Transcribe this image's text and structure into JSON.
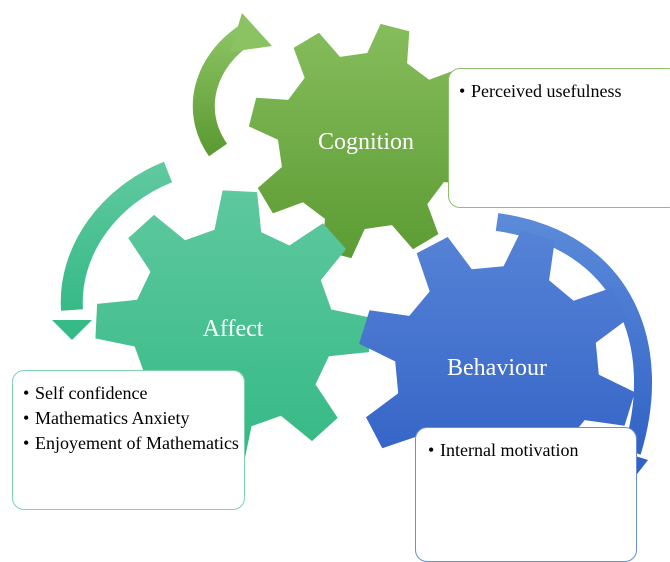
{
  "gears": {
    "cognition": {
      "label": "Cognition",
      "color": "#6aa83e"
    },
    "affect": {
      "label": "Affect",
      "color": "#42c08f"
    },
    "behaviour": {
      "label": "Behaviour",
      "color": "#4070cf"
    }
  },
  "notes": {
    "cognition": {
      "items": [
        "Perceived usefulness"
      ]
    },
    "affect": {
      "items": [
        "Self confidence",
        "Mathematics Anxiety",
        "Enjoyement of Mathematics"
      ]
    },
    "behaviour": {
      "items": [
        "Internal motivation"
      ]
    }
  },
  "colors": {
    "cycle_arrow_green": "#6fb043",
    "cycle_arrow_teal": "#4ac594",
    "cycle_arrow_blue": "#4a7ad2"
  }
}
